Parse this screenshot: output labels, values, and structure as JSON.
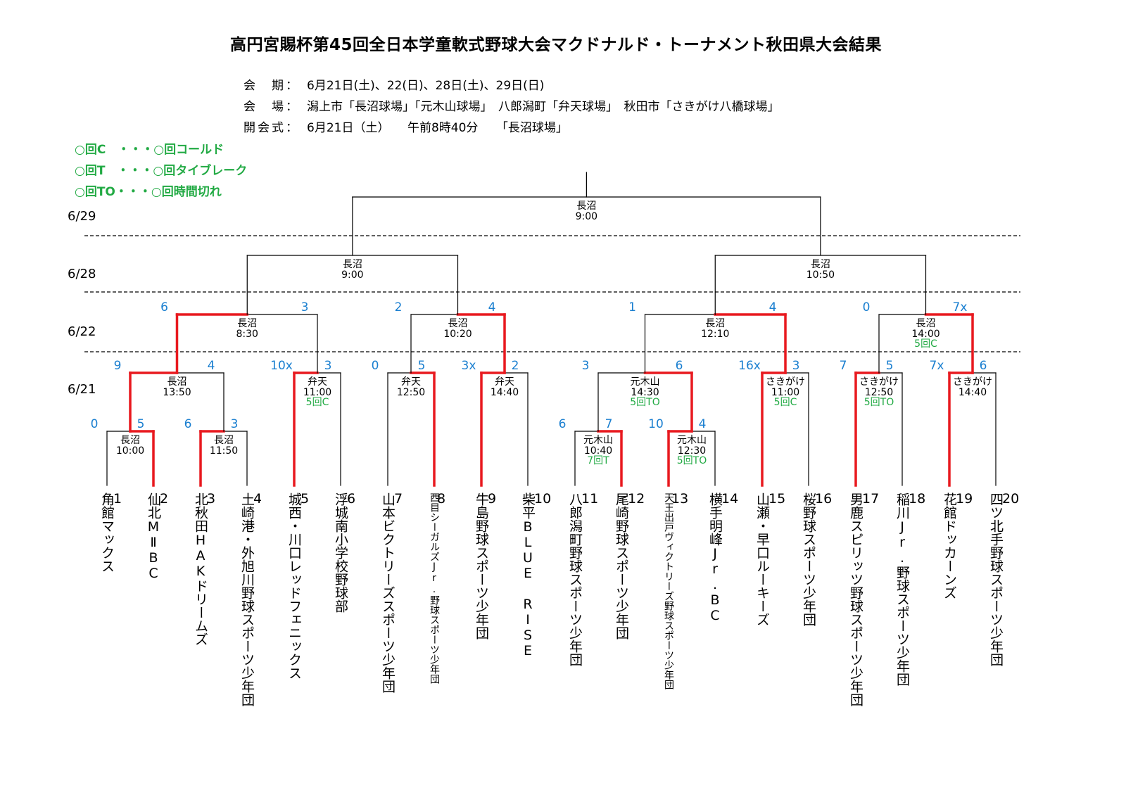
{
  "title": "高円宮賜杯第45回全日本学童軟式野球大会マクドナルド・トーナメント秋田県大会結果",
  "info": [
    {
      "label": "会　期：",
      "value": "6月21日(土)、22(日)、28日(土)、29日(日)"
    },
    {
      "label": "会　場：",
      "value": "潟上市「長沼球場」「元木山球場」　八郎潟町「弁天球場」　秋田市「さきがけ八橋球場」"
    },
    {
      "label": "開会式：",
      "value": "6月21日（土）　　午前8時40分　　「長沼球場」"
    }
  ],
  "legend": [
    "○回C　・・・○回コールド",
    "○回T　・・・○回タイブレーク",
    "○回TO・・・○回時間切れ"
  ],
  "dates": [
    "6/29",
    "6/28",
    "6/22",
    "6/21"
  ],
  "colors": {
    "win": "#e8191f",
    "line": "#000000",
    "score": "#1a7fd0",
    "note": "#22aa44"
  },
  "teams": [
    {
      "num": "1",
      "name": "角館マックス"
    },
    {
      "num": "2",
      "name": "仙北MⅡBC"
    },
    {
      "num": "3",
      "name": "北秋田HAKドリームズ"
    },
    {
      "num": "4",
      "name": "土崎港・外旭川野球スポーツ少年団"
    },
    {
      "num": "5",
      "name": "城西・川口レッドフェニックス"
    },
    {
      "num": "6",
      "name": "浮城南小学校野球部"
    },
    {
      "num": "7",
      "name": "山本ビクトリーズスポーツ少年団"
    },
    {
      "num": "8",
      "name": "西目シーガルズJr.野球スポーツ少年団"
    },
    {
      "num": "9",
      "name": "牛島野球スポーツ少年団"
    },
    {
      "num": "10",
      "name": "柴平BLUE RISE"
    },
    {
      "num": "11",
      "name": "八郎潟町野球スポーツ少年団"
    },
    {
      "num": "12",
      "name": "尾崎野球スポーツ少年団"
    },
    {
      "num": "13",
      "name": "天王出戸ヴィクトリーズ野球スポーツ少年団"
    },
    {
      "num": "14",
      "name": "横手明峰Jr.BC"
    },
    {
      "num": "15",
      "name": "山瀬・早口ルーキーズ"
    },
    {
      "num": "16",
      "name": "桜野球スポーツ少年団"
    },
    {
      "num": "17",
      "name": "男鹿スピリッツ野球スポーツ少年団"
    },
    {
      "num": "18",
      "name": "稲川Jr.野球スポーツ少年団"
    },
    {
      "num": "19",
      "name": "花館ドッカーンズ"
    },
    {
      "num": "20",
      "name": "四ツ北手野球スポーツ少年団"
    }
  ],
  "matches": [
    {
      "id": "A",
      "left": "t1",
      "right": "t2",
      "venue": "長沼",
      "time": "10:00",
      "ls": "0",
      "rs": "5",
      "winner": "right",
      "note": ""
    },
    {
      "id": "B",
      "left": "t3",
      "right": "t4",
      "venue": "長沼",
      "time": "11:50",
      "ls": "6",
      "rs": "3",
      "winner": "left",
      "note": ""
    },
    {
      "id": "C",
      "left": "A",
      "right": "B",
      "venue": "長沼",
      "time": "13:50",
      "ls": "9",
      "rs": "4",
      "winner": "left",
      "note": ""
    },
    {
      "id": "D",
      "left": "t5",
      "right": "t6",
      "venue": "弁天",
      "time": "11:00",
      "ls": "10x",
      "rs": "3",
      "winner": "left",
      "note": "5回C"
    },
    {
      "id": "E",
      "left": "t7",
      "right": "t8",
      "venue": "弁天",
      "time": "12:50",
      "ls": "0",
      "rs": "5",
      "winner": "right",
      "note": ""
    },
    {
      "id": "F",
      "left": "t9",
      "right": "t10",
      "venue": "弁天",
      "time": "14:40",
      "ls": "3x",
      "rs": "2",
      "winner": "left",
      "note": ""
    },
    {
      "id": "G",
      "left": "t11",
      "right": "t12",
      "venue": "元木山",
      "time": "10:40",
      "ls": "6",
      "rs": "7",
      "winner": "right",
      "note": "7回T"
    },
    {
      "id": "H",
      "left": "t13",
      "right": "t14",
      "venue": "元木山",
      "time": "12:30",
      "ls": "10",
      "rs": "4",
      "winner": "left",
      "note": "5回TO"
    },
    {
      "id": "I",
      "left": "G",
      "right": "H",
      "venue": "元木山",
      "time": "14:30",
      "ls": "3",
      "rs": "6",
      "winner": "right",
      "note": "5回TO"
    },
    {
      "id": "J",
      "left": "t15",
      "right": "t16",
      "venue": "さきがけ",
      "time": "11:00",
      "ls": "16x",
      "rs": "3",
      "winner": "left",
      "note": "5回C"
    },
    {
      "id": "K",
      "left": "t17",
      "right": "t18",
      "venue": "さきがけ",
      "time": "12:50",
      "ls": "7",
      "rs": "5",
      "winner": "left",
      "note": "5回TO"
    },
    {
      "id": "L",
      "left": "t19",
      "right": "t20",
      "venue": "さきがけ",
      "time": "14:40",
      "ls": "7x",
      "rs": "6",
      "winner": "left",
      "note": ""
    },
    {
      "id": "M",
      "left": "C",
      "right": "D",
      "venue": "長沼",
      "time": "8:30",
      "ls": "6",
      "rs": "3",
      "winner": "left",
      "note": ""
    },
    {
      "id": "N",
      "left": "E",
      "right": "F",
      "venue": "長沼",
      "time": "10:20",
      "ls": "2",
      "rs": "4",
      "winner": "right",
      "note": ""
    },
    {
      "id": "O",
      "left": "I",
      "right": "J",
      "venue": "長沼",
      "time": "12:10",
      "ls": "1",
      "rs": "4",
      "winner": "right",
      "note": ""
    },
    {
      "id": "P",
      "left": "K",
      "right": "L",
      "venue": "長沼",
      "time": "14:00",
      "ls": "0",
      "rs": "7x",
      "winner": "right",
      "note": "5回C"
    },
    {
      "id": "Q",
      "left": "M",
      "right": "N",
      "venue": "長沼",
      "time": "9:00",
      "ls": "",
      "rs": "",
      "winner": "none",
      "note": ""
    },
    {
      "id": "R",
      "left": "O",
      "right": "P",
      "venue": "長沼",
      "time": "10:50",
      "ls": "",
      "rs": "",
      "winner": "none",
      "note": ""
    },
    {
      "id": "S",
      "left": "Q",
      "right": "R",
      "venue": "長沼",
      "time": "9:00",
      "ls": "",
      "rs": "",
      "winner": "none",
      "note": ""
    }
  ]
}
